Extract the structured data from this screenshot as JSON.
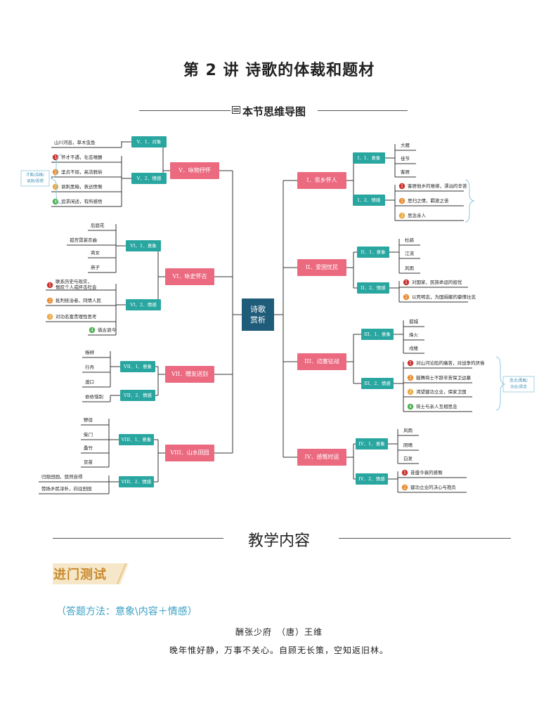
{
  "page": {
    "title": "第 2 讲 诗歌的体裁和题材",
    "section_title": "本节思维导图",
    "teaching_heading": "教学内容",
    "entry_test_label": "进门测试",
    "answer_method": "（答题方法：意象\\内容＋情感）",
    "poem_title": "酬张少府　（唐）王维",
    "poem_line": "晚年惟好静，万事不关心。自顾无长策，空知返旧林。"
  },
  "colors": {
    "center": "#1f5c7a",
    "category": "#ec6a80",
    "sub": "#2aa6a0",
    "bracket": "#8fc7dd",
    "num_red": "#c9302c",
    "num_orange": "#e88a2c",
    "num_yellow": "#e8a73c",
    "num_green": "#4caf50",
    "banner": "#f6e7c9"
  },
  "mindmap": {
    "center": "诗歌\n赏析",
    "categories": [
      {
        "key": "I",
        "label": "I．思乡怀人",
        "subs": [
          {
            "label": "I．1．意象",
            "leaves": [
              {
                "text": "大雁"
              },
              {
                "text": "佳节"
              },
              {
                "text": "客居"
              }
            ]
          },
          {
            "label": "I．2．情感",
            "leaves": [
              {
                "num": "1",
                "text": "客居他乡的难堪，漂泊的辛苦"
              },
              {
                "num": "2",
                "text": "思归之情，羁旅之苦"
              },
              {
                "num": "3",
                "text": "思念亲人"
              }
            ]
          }
        ]
      },
      {
        "key": "II",
        "label": "II．爱国忧民",
        "subs": [
          {
            "label": "II．1．意象",
            "leaves": [
              {
                "text": "杜鹃"
              },
              {
                "text": "江流"
              },
              {
                "text": "风雨"
              }
            ]
          },
          {
            "label": "II．2．情感",
            "leaves": [
              {
                "num": "1",
                "text": "对国家、民族命运的担忧"
              },
              {
                "num": "2",
                "text": "以死明志，为国捐躯的豪情壮志"
              }
            ]
          }
        ]
      },
      {
        "key": "III",
        "label": "III．边塞征战",
        "subs": [
          {
            "label": "III．1．意象",
            "leaves": [
              {
                "text": "孤城"
              },
              {
                "text": "烽火"
              },
              {
                "text": "戍楼"
              }
            ]
          },
          {
            "label": "III．2．情感",
            "leaves": [
              {
                "num": "1",
                "text": "对山河沦陷的痛苦，对战争的厌倦"
              },
              {
                "num": "2",
                "text": "鼓舞将士不辞辛苦保卫边塞"
              },
              {
                "num": "3",
                "text": "渴望建功立业，保家卫国"
              },
              {
                "num": "4",
                "text": "将士与亲人互相思念"
              }
            ]
          }
        ]
      },
      {
        "key": "IV",
        "label": "IV．感慨时运",
        "subs": [
          {
            "label": "IV．1．意象",
            "leaves": [
              {
                "text": "风雨"
              },
              {
                "text": "阴晴"
              },
              {
                "text": "白发"
              }
            ]
          },
          {
            "label": "IV．2．情感",
            "leaves": [
              {
                "num": "1",
                "text": "昔盛今衰的感慨"
              },
              {
                "num": "2",
                "text": "建功立业的决心与抱负"
              }
            ]
          }
        ]
      },
      {
        "key": "V",
        "label": "V．咏物抒怀",
        "subs": [
          {
            "label": "V．1．对象",
            "leaves": [
              {
                "text": "山川河岳，草木虫鱼"
              }
            ]
          },
          {
            "label": "V．2．情感",
            "leaves": [
              {
                "num": "1",
                "text": "怀才不遇，壮志难酬"
              },
              {
                "num": "2",
                "text": "坚贞不屈，高洁脱俗"
              },
              {
                "num": "3",
                "text": "讽刺黑暗，表达愤慨"
              },
              {
                "num": "4",
                "text": "追求闲适，有所感悟"
              }
            ]
          }
        ]
      },
      {
        "key": "VI",
        "label": "VI．咏史怀古",
        "subs": [
          {
            "label": "VI．1．意象",
            "leaves": [
              {
                "text": "后庭花"
              },
              {
                "text": "孤宫霓裳衣曲"
              },
              {
                "text": "商女"
              },
              {
                "text": "燕子"
              }
            ]
          },
          {
            "label": "VI．2．情感",
            "leaves": [
              {
                "num": "1",
                "text": "联系历史与现实，慨叹个人或抨击社会"
              },
              {
                "num": "2",
                "text": "批判统治者，同情人民"
              },
              {
                "num": "3",
                "text": "对功名富贵理性思考"
              },
              {
                "num": "4",
                "text": "借古讽今"
              }
            ]
          }
        ]
      },
      {
        "key": "VII",
        "label": "VII．赠友送别",
        "subs": [
          {
            "label": "VII．1．意象",
            "leaves": [
              {
                "text": "杨柳"
              },
              {
                "text": "行舟"
              },
              {
                "text": "渡口"
              }
            ]
          },
          {
            "label": "VII．2．情感",
            "leaves": [
              {
                "text": "依依惜别"
              }
            ]
          }
        ]
      },
      {
        "key": "VIII",
        "label": "VIII．山水田园",
        "subs": [
          {
            "label": "VIII．1．意象",
            "leaves": [
              {
                "text": "野径"
              },
              {
                "text": "柴门"
              },
              {
                "text": "桑竹"
              },
              {
                "text": "豆苗"
              }
            ]
          },
          {
            "label": "VIII．2．情感",
            "leaves": [
              {
                "text": "归隐田园，悠然自得"
              },
              {
                "text": "赞扬乡民淳朴，向往田园"
              }
            ]
          }
        ]
      }
    ],
    "left_note": "才能/品格/讽刺/思想",
    "right_note": "忠贞/勇敢/功业/思念"
  }
}
